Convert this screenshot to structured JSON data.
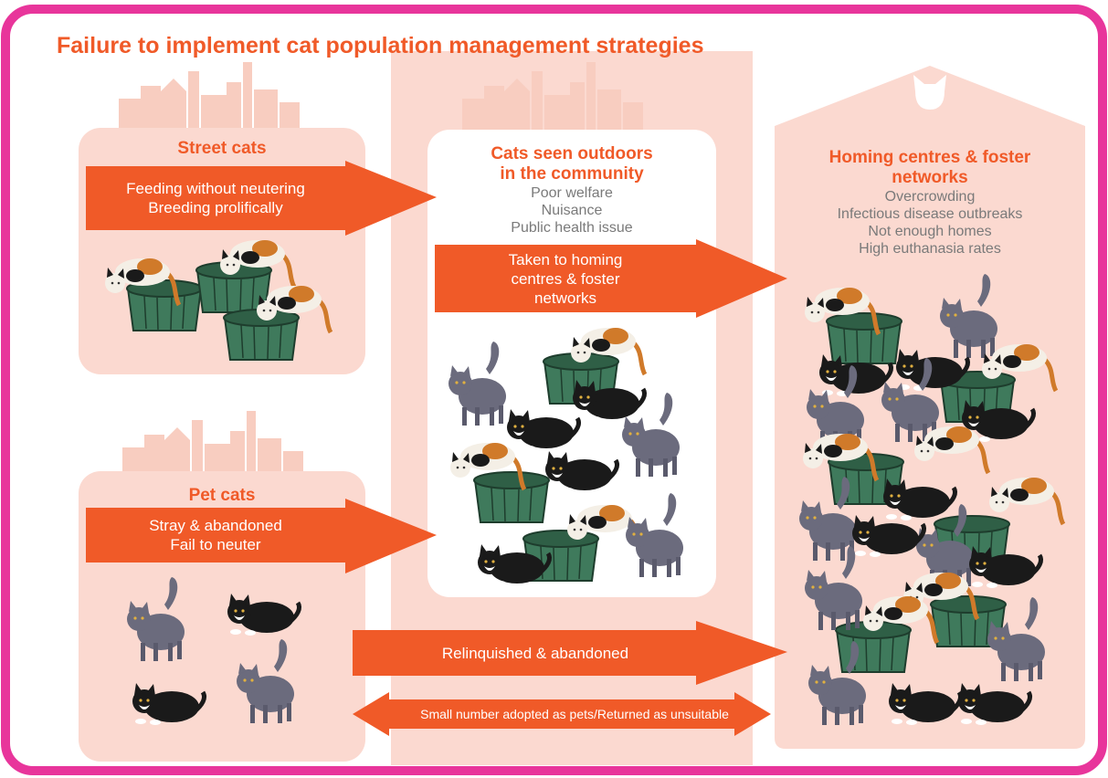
{
  "title": "Failure to implement cat population management strategies",
  "colors": {
    "frame": "#e8359b",
    "accent": "#f05a28",
    "panel": "#fbd9d0",
    "panel_light": "#fde9e4",
    "text_grey": "#7a7a7a"
  },
  "street_cats": {
    "heading": "Street cats",
    "arrow_lines": [
      "Feeding without neutering",
      "Breeding prolifically"
    ]
  },
  "pet_cats": {
    "heading": "Pet cats",
    "arrow_lines": [
      "Stray & abandoned",
      "Fail to neuter"
    ]
  },
  "community": {
    "heading_lines": [
      "Cats seen outdoors",
      "in the community"
    ],
    "items": [
      "Poor welfare",
      "Nuisance",
      "Public health issue"
    ],
    "arrow_lines": [
      "Taken to homing",
      "centres & foster",
      "networks"
    ]
  },
  "homing": {
    "heading_lines": [
      "Homing centres & foster",
      "networks"
    ],
    "items": [
      "Overcrowding",
      "Infectious disease outbreaks",
      "Not enough homes",
      "High euthanasia rates"
    ]
  },
  "bottom_arrows": {
    "relinquished": "Relinquished & abandoned",
    "adopted": "Small number adopted as pets/Returned as unsuitable"
  },
  "icons": [
    "city-skyline-icon",
    "cat-head-icon",
    "calico-cat-icon",
    "tabby-cat-icon",
    "tuxedo-cat-icon",
    "bin-icon"
  ]
}
